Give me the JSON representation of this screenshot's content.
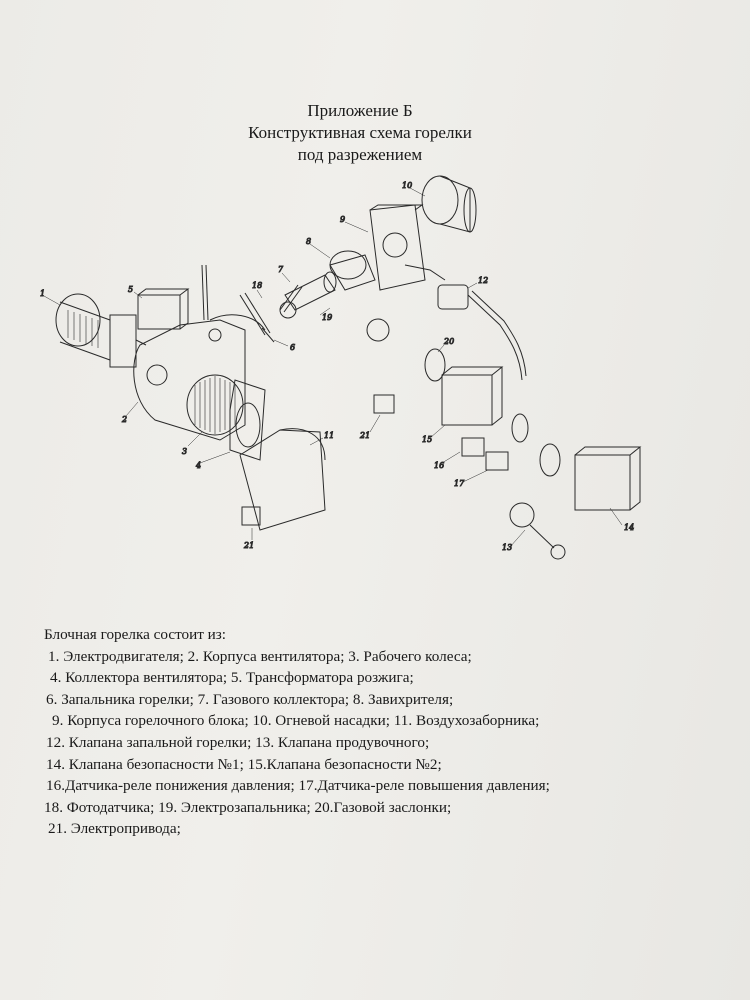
{
  "header": {
    "appendix": "Приложение Б",
    "title": "Конструктивная схема горелки",
    "subtitle": "под разрежением"
  },
  "diagram": {
    "callouts": [
      "1",
      "2",
      "3",
      "4",
      "5",
      "6",
      "7",
      "8",
      "9",
      "10",
      "11",
      "12",
      "13",
      "14",
      "15",
      "16",
      "17",
      "18",
      "19",
      "20",
      "21",
      "21"
    ]
  },
  "legend": {
    "intro": "Блочная горелка состоит из:",
    "lines": [
      "1. Электродвигателя; 2. Корпуса вентилятора; 3. Рабочего колеса;",
      "4. Коллектора вентилятора; 5. Трансформатора розжига;",
      "6. Запальника горелки; 7. Газового коллектора; 8. Завихрителя;",
      "9. Корпуса горелочного блока; 10. Огневой насадки; 11. Воздухозаборника;",
      "12. Клапана запальной горелки; 13. Клапана продувочного;",
      "14. Клапана безопасности №1; 15.Клапана безопасности №2;",
      "16.Датчика-реле понижения давления; 17.Датчика-реле повышения давления;",
      "18. Фотодатчика; 19. Электрозапальника; 20.Газовой заслонки;",
      "21. Электропривода;"
    ]
  }
}
